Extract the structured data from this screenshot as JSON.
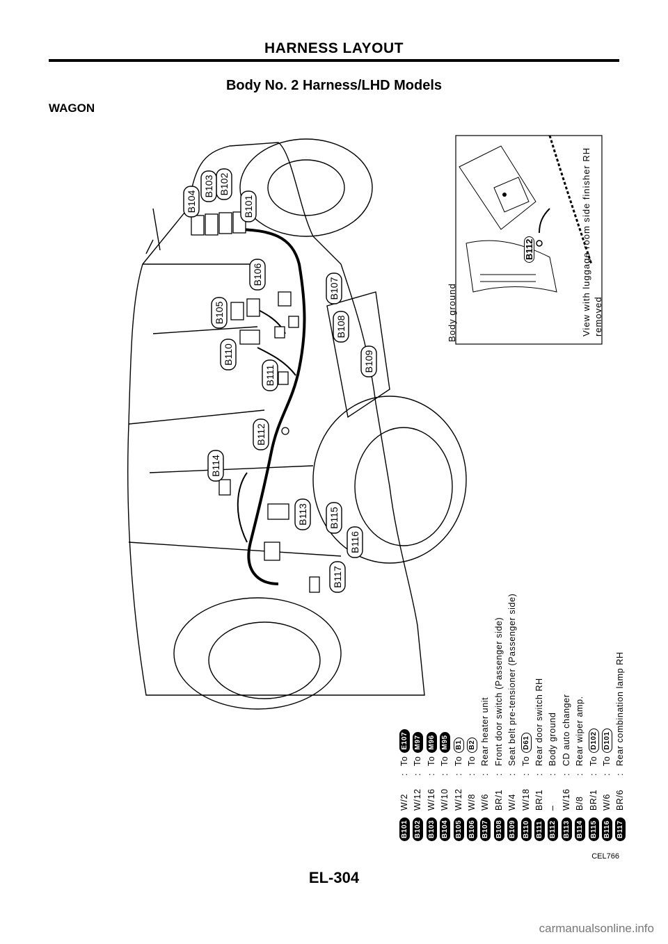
{
  "header": {
    "title": "HARNESS LAYOUT"
  },
  "section": {
    "title": "Body No. 2 Harness/LHD Models",
    "model": "WAGON"
  },
  "inset": {
    "caption_line1": "View with luggage room side finisher RH",
    "caption_line2": "removed",
    "body_ground_label": "Body ground",
    "connector": "B112"
  },
  "callouts": [
    "B101",
    "B102",
    "B103",
    "B104",
    "B105",
    "B106",
    "B107",
    "B108",
    "B109",
    "B110",
    "B111",
    "B112",
    "B113",
    "B114",
    "B115",
    "B116",
    "B117"
  ],
  "legend": [
    {
      "id": "B101",
      "wire": "W/2",
      "desc_prefix": "To",
      "ref": "E107",
      "ref_dark": true
    },
    {
      "id": "B102",
      "wire": "W/12",
      "desc_prefix": "To",
      "ref": "M97",
      "ref_dark": true
    },
    {
      "id": "B103",
      "wire": "W/16",
      "desc_prefix": "To",
      "ref": "M96",
      "ref_dark": true
    },
    {
      "id": "B104",
      "wire": "W/10",
      "desc_prefix": "To",
      "ref": "M95",
      "ref_dark": true
    },
    {
      "id": "B105",
      "wire": "W/12",
      "desc_prefix": "To",
      "ref": "B1",
      "ref_dark": false
    },
    {
      "id": "B106",
      "wire": "W/8",
      "desc_prefix": "To",
      "ref": "B2",
      "ref_dark": false
    },
    {
      "id": "B107",
      "wire": "W/6",
      "desc": "Rear heater unit"
    },
    {
      "id": "B108",
      "wire": "BR/1",
      "desc": "Front door switch (Passenger side)"
    },
    {
      "id": "B109",
      "wire": "W/4",
      "desc": "Seat belt pre-tensioner (Passenger side)"
    },
    {
      "id": "B110",
      "wire": "W/18",
      "desc_prefix": "To",
      "ref": "D61",
      "ref_dark": false
    },
    {
      "id": "B111",
      "wire": "BR/1",
      "desc": "Rear door switch RH"
    },
    {
      "id": "B112",
      "wire": "–",
      "desc": "Body ground"
    },
    {
      "id": "B113",
      "wire": "W/16",
      "desc": "CD auto changer"
    },
    {
      "id": "B114",
      "wire": "B/8",
      "desc": "Rear wiper amp."
    },
    {
      "id": "B115",
      "wire": "BR/1",
      "desc_prefix": "To",
      "ref": "D102",
      "ref_dark": false
    },
    {
      "id": "B116",
      "wire": "W/6",
      "desc_prefix": "To",
      "ref": "D101",
      "ref_dark": false
    },
    {
      "id": "B117",
      "wire": "BR/6",
      "desc": "Rear combination lamp RH"
    }
  ],
  "figure_ref": "CEL766",
  "footer": {
    "page": "EL-304"
  },
  "watermark": "carmanualsonline.info"
}
